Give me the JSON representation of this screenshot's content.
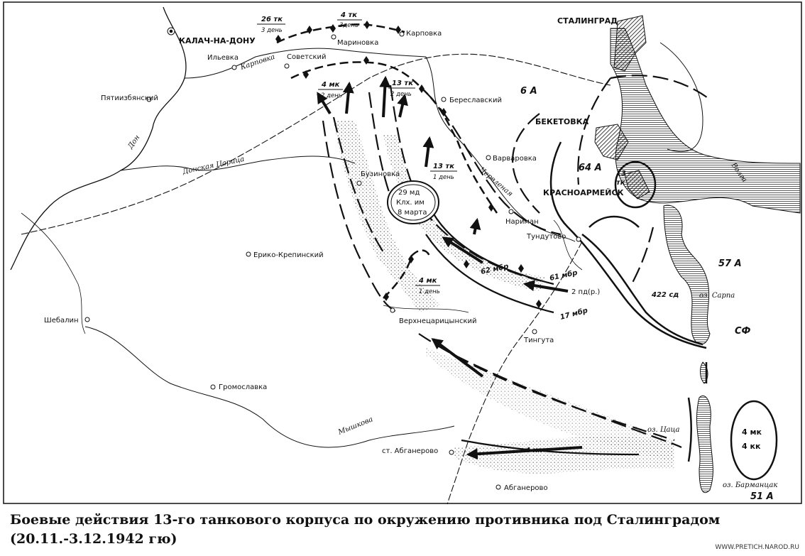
{
  "caption": {
    "line1": "Боевые действия 13-го танкового корпуса по окружению противника под Сталинградом",
    "line2": "(20.11.-3.12.1942 гю)"
  },
  "watermark": "WWW.PRETICH.NAROD.RU",
  "places": {
    "stalingrad": "СТАЛИНГРАД",
    "kalach": "КАЛАЧ-НА-ДОНУ",
    "beketovka": "БЕКЕТОВКА",
    "krasnoarmeysk": "КРАСНОАРМЕЙСК",
    "marinovka": "Мариновка",
    "karpovka": "Карповка",
    "ilyevka": "Ильевка",
    "sovetsky": "Советский",
    "pyatiizbyansky": "Пятиизбянский",
    "bereslavsky": "Береславский",
    "varvarovka": "Варваровка",
    "buzinovka": "Бузиновка",
    "nariman": "Нариман",
    "tundutovo": "Тундутово",
    "eriko": "Ерико-Крепинский",
    "shebalin": "Шебалин",
    "verkhnetsaritsynsky": "Верхнецарицынский",
    "tinguta": "Тингута",
    "gromoslav": "Громославка",
    "st_abganerovo": "ст. Абганерово",
    "abganerovo": "Абганерово"
  },
  "rivers": {
    "don": "Дон",
    "karpovka": "Карповка",
    "donskaya_tsaritsa": "Донская Царица",
    "chervlenaya": "Червленая",
    "volga": "Волга",
    "myshkova": "Мышкова",
    "sarpa": "оз. Сарпа",
    "tsatsa": "оз. Цаца",
    "barmantsak": "оз. Барманцак"
  },
  "armies": {
    "a6": "6 А",
    "a64": "64 А",
    "a57": "57 А",
    "a51": "51 А",
    "sf": "СФ",
    "d422": "422 сд",
    "tk13_city_top": "13",
    "tk13_city_bot": "тк"
  },
  "units": {
    "tk26_top": "26 тк",
    "tk26_bot": "3 день",
    "tk4_top": "4 тк",
    "tk4_bot": "3день",
    "mk4a_top": "4 мк",
    "mk4a_bot": "2 день",
    "tk13a_top": "13 тк",
    "tk13a_bot": "2 день",
    "tk13b_top": "13 тк",
    "tk13b_bot": "1 день",
    "mk4b_top": "4 мк",
    "mk4b_bot": "1 день",
    "md29_1": "29 мд",
    "md29_2": "Клх. им",
    "md29_3": "8 марта",
    "mbr62": "62 мбр",
    "mbr61": "61 мбр",
    "mbr17": "17 мбр",
    "pd2": "2 пд(р.)",
    "kk4": "4 кк",
    "enc1": "4 мк",
    "enc2": "4 кк"
  }
}
